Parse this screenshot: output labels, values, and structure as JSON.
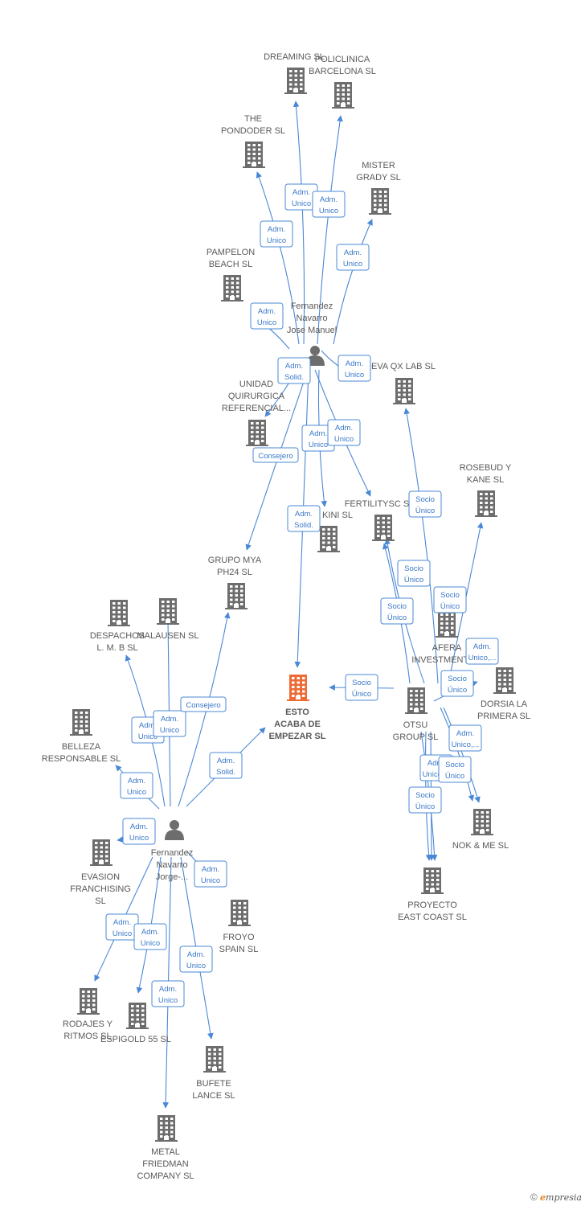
{
  "colors": {
    "company": "#6d6d6d",
    "focus": "#ee6a35",
    "person": "#6d6d6d",
    "edge": "#4a88d6",
    "edge_text": "#3a78c8"
  },
  "nodes": [
    {
      "id": "dreaming",
      "type": "company",
      "label": [
        "DREAMING SL"
      ]
    },
    {
      "id": "policlinica",
      "type": "company",
      "label": [
        "POLICLINICA",
        "BARCELONA SL"
      ]
    },
    {
      "id": "pondoder",
      "type": "company",
      "label": [
        "THE",
        "PONDODER SL"
      ]
    },
    {
      "id": "mister",
      "type": "company",
      "label": [
        "MISTER",
        "GRADY SL"
      ]
    },
    {
      "id": "pampelon",
      "type": "company",
      "label": [
        "PAMPELON",
        "BEACH  SL"
      ]
    },
    {
      "id": "jose",
      "type": "person",
      "label": [
        "Fernandez",
        "Navarro",
        "Jose Manuel"
      ]
    },
    {
      "id": "evaqx",
      "type": "company",
      "label": [
        "EVA QX LAB  SL"
      ]
    },
    {
      "id": "unidad",
      "type": "company",
      "label": [
        "UNIDAD",
        "QUIRURGICA",
        "REFERENCIAL..."
      ]
    },
    {
      "id": "rosebud",
      "type": "company",
      "label": [
        "ROSEBUD Y",
        "KANE  SL"
      ]
    },
    {
      "id": "fertility",
      "type": "company",
      "label": [
        "FERTILITYSC SL"
      ]
    },
    {
      "id": "kini",
      "type": "company",
      "label": [
        "KINI SL"
      ]
    },
    {
      "id": "grupomya",
      "type": "company",
      "label": [
        "GRUPO MYA",
        "PH24  SL"
      ]
    },
    {
      "id": "despachos",
      "type": "company",
      "label": [
        "DESPACHOS",
        "L.  M. B SL"
      ]
    },
    {
      "id": "malausen",
      "type": "company",
      "label": [
        "MALAUSEN SL"
      ]
    },
    {
      "id": "afera",
      "type": "company",
      "label": [
        "AFERA",
        "INVESTMENTS..."
      ]
    },
    {
      "id": "dorsia",
      "type": "company",
      "label": [
        "DORSIA LA",
        "PRIMERA SL"
      ]
    },
    {
      "id": "esto",
      "type": "focus",
      "label": [
        "ESTO",
        "ACABA DE",
        "EMPEZAR  SL"
      ]
    },
    {
      "id": "otsu",
      "type": "company",
      "label": [
        "OTSU",
        "GROUP SL"
      ]
    },
    {
      "id": "belleza",
      "type": "company",
      "label": [
        "BELLEZA",
        "RESPONSABLE SL"
      ]
    },
    {
      "id": "nokme",
      "type": "company",
      "label": [
        "NOK & ME SL"
      ]
    },
    {
      "id": "jorge",
      "type": "person",
      "label": [
        "Fernandez",
        "Navarro",
        "Jorge-..."
      ]
    },
    {
      "id": "evasion",
      "type": "company",
      "label": [
        "EVASION",
        "FRANCHISING",
        "SL"
      ]
    },
    {
      "id": "proyecto",
      "type": "company",
      "label": [
        "PROYECTO",
        "EAST COAST SL"
      ]
    },
    {
      "id": "froyo",
      "type": "company",
      "label": [
        "FROYO",
        "SPAIN SL"
      ]
    },
    {
      "id": "rodajes",
      "type": "company",
      "label": [
        "RODAJES Y",
        "RITMOS SL"
      ]
    },
    {
      "id": "espigold",
      "type": "company",
      "label": [
        "ESPIGOLD 55 SL"
      ]
    },
    {
      "id": "bufete",
      "type": "company",
      "label": [
        "BUFETE",
        "LANCE SL"
      ]
    },
    {
      "id": "metal",
      "type": "company",
      "label": [
        "METAL",
        "FRIEDMAN",
        "COMPANY SL"
      ]
    }
  ],
  "edges": [
    {
      "from": "jose",
      "to": "dreaming",
      "label": [
        "Adm.",
        "Unico"
      ]
    },
    {
      "from": "jose",
      "to": "policlinica",
      "label": [
        "Adm.",
        "Unico"
      ]
    },
    {
      "from": "jose",
      "to": "pondoder",
      "label": [
        "Adm.",
        "Unico"
      ]
    },
    {
      "from": "jose",
      "to": "mister",
      "label": [
        "Adm.",
        "Unico"
      ]
    },
    {
      "from": "jose",
      "to": "pampelon",
      "label": [
        "Adm.",
        "Unico"
      ]
    },
    {
      "from": "jose",
      "to": "evaqx",
      "label": [
        "Adm.",
        "Unico"
      ]
    },
    {
      "from": "jose",
      "to": "grupomya",
      "label": [
        "Adm.",
        "Solid."
      ]
    },
    {
      "from": "jose",
      "to": "unidad",
      "label": [
        "Consejero"
      ]
    },
    {
      "from": "jose",
      "to": "kini",
      "label": [
        "Adm.",
        "Unico"
      ]
    },
    {
      "from": "jose",
      "to": "fertility",
      "label": [
        "Adm.",
        "Unico"
      ]
    },
    {
      "from": "jose",
      "to": "esto",
      "label": [
        "Adm.",
        "Solid."
      ]
    },
    {
      "from": "otsu",
      "to": "evaqx",
      "label": [
        "Socio",
        "Único"
      ]
    },
    {
      "from": "otsu",
      "to": "fertility",
      "label": [
        "Socio",
        "Único"
      ]
    },
    {
      "from": "otsu",
      "to": "kini",
      "label": [
        "Socio",
        "Único"
      ]
    },
    {
      "from": "otsu",
      "to": "rosebud",
      "label": [
        "Socio",
        "Único"
      ]
    },
    {
      "from": "otsu",
      "to": "esto",
      "label": [
        "Socio",
        "Único"
      ]
    },
    {
      "from": "otsu",
      "to": "dorsia",
      "label": [
        "Adm.",
        "Unico,..."
      ]
    },
    {
      "from": "otsu",
      "to": "nokme",
      "label": [
        "Socio",
        "Único"
      ]
    },
    {
      "from": "otsu",
      "to": "nokme",
      "label": [
        "Adm.",
        "Unico,..."
      ]
    },
    {
      "from": "otsu",
      "to": "proyecto",
      "label": [
        "Socio",
        "Único"
      ]
    },
    {
      "from": "otsu",
      "to": "proyecto",
      "label": [
        "Adm.",
        "Unico,..."
      ]
    },
    {
      "from": "otsu",
      "to": "proyecto",
      "label": [
        "Socio",
        "Único"
      ]
    },
    {
      "from": "jorge",
      "to": "despachos",
      "label": [
        "Adm.",
        "Unico"
      ]
    },
    {
      "from": "jorge",
      "to": "malausen",
      "label": [
        "Adm.",
        "Unico"
      ]
    },
    {
      "from": "jorge",
      "to": "grupomya",
      "label": [
        "Consejero"
      ]
    },
    {
      "from": "jorge",
      "to": "esto",
      "label": [
        "Adm.",
        "Solid."
      ]
    },
    {
      "from": "jorge",
      "to": "belleza",
      "label": [
        "Adm.",
        "Unico"
      ]
    },
    {
      "from": "jorge",
      "to": "evasion",
      "label": [
        "Adm.",
        "Unico"
      ]
    },
    {
      "from": "jorge",
      "to": "froyo",
      "label": [
        "Adm.",
        "Unico"
      ]
    },
    {
      "from": "jorge",
      "to": "rodajes",
      "label": [
        "Adm.",
        "Unico"
      ]
    },
    {
      "from": "jorge",
      "to": "espigold",
      "label": [
        "Adm.",
        "Unico"
      ]
    },
    {
      "from": "jorge",
      "to": "bufete",
      "label": [
        "Adm.",
        "Unico"
      ]
    },
    {
      "from": "jorge",
      "to": "metal",
      "label": [
        "Adm.",
        "Unico"
      ]
    }
  ],
  "footer": {
    "copyright": "©",
    "brand_initial": "e",
    "brand_rest": "mpresia"
  }
}
